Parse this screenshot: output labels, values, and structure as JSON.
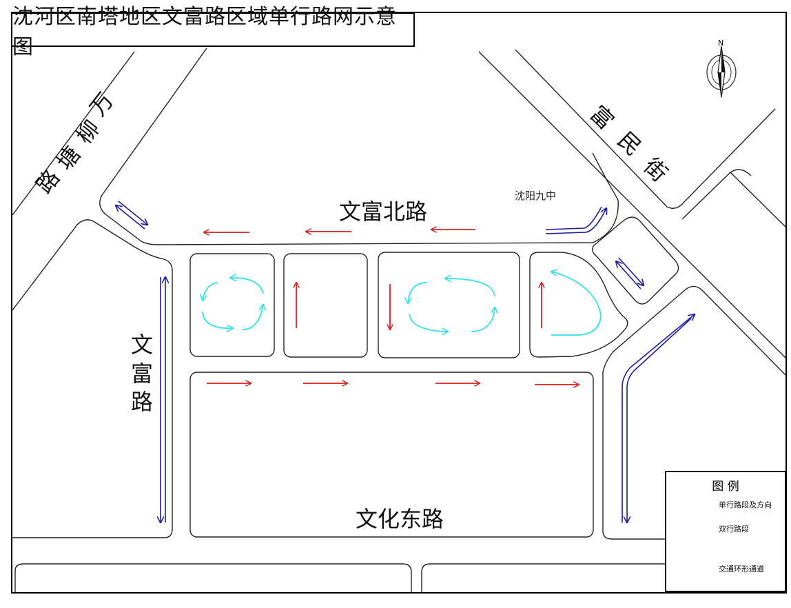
{
  "title": "沈河区南塔地区文富路区域单行路网示意图",
  "roads": {
    "wanliutang": [
      "万",
      "柳",
      "塘",
      "路"
    ],
    "fumin": [
      "富",
      "民",
      "街"
    ],
    "wenfu_north": "文富北路",
    "wenfu": [
      "文",
      "富",
      "路"
    ],
    "wenhua_east": "文化东路"
  },
  "landmark": "沈阳九中",
  "compass": "N",
  "legend": {
    "title": "图 例",
    "one_way": "单行路段及方向",
    "two_way": "双行路段",
    "loop": "交通环形通道"
  },
  "colors": {
    "one_way": "#d42020",
    "two_way": "#1a1a9e",
    "loop": "#36e0e8",
    "line": "#222222"
  }
}
